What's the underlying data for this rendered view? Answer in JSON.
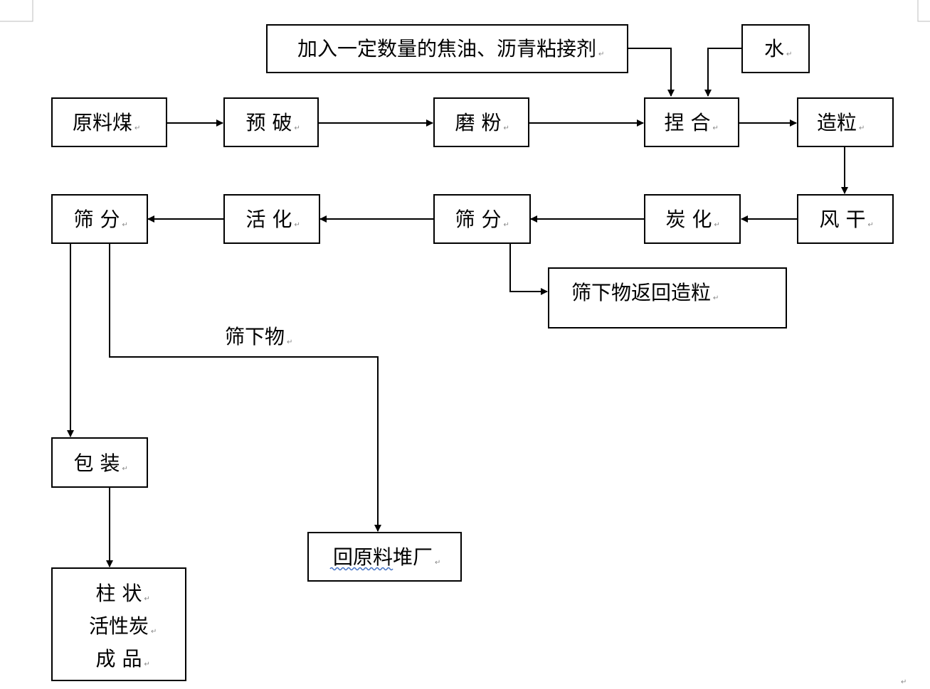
{
  "nodes": [
    {
      "id": "binder",
      "lines": [
        "加入一定数量的焦油、沥青粘接剂"
      ]
    },
    {
      "id": "water",
      "lines": [
        "水"
      ]
    },
    {
      "id": "raw-coal",
      "lines": [
        "原料煤"
      ]
    },
    {
      "id": "pre-crush",
      "lines": [
        "预 破"
      ]
    },
    {
      "id": "grind",
      "lines": [
        "磨 粉"
      ]
    },
    {
      "id": "knead",
      "lines": [
        "捏 合"
      ]
    },
    {
      "id": "granulate",
      "lines": [
        "造粒"
      ]
    },
    {
      "id": "air-dry",
      "lines": [
        "风 干"
      ]
    },
    {
      "id": "carbonize",
      "lines": [
        "炭 化"
      ]
    },
    {
      "id": "sieve-1",
      "lines": [
        "筛 分"
      ]
    },
    {
      "id": "activate",
      "lines": [
        "活 化"
      ]
    },
    {
      "id": "sieve-2",
      "lines": [
        "筛 分"
      ]
    },
    {
      "id": "return-granulate",
      "lines": [
        "筛下物返回造粒"
      ]
    },
    {
      "id": "package",
      "lines": [
        "包 装"
      ]
    },
    {
      "id": "return-yard",
      "lines": [
        "回原料堆厂"
      ]
    },
    {
      "id": "product",
      "lines": [
        "柱 状",
        "活性炭",
        "成 品"
      ]
    }
  ],
  "labels": {
    "undersize": "筛下物"
  },
  "edges": [
    {
      "from": "raw-coal",
      "to": "pre-crush"
    },
    {
      "from": "pre-crush",
      "to": "grind"
    },
    {
      "from": "grind",
      "to": "knead"
    },
    {
      "from": "binder",
      "to": "knead"
    },
    {
      "from": "water",
      "to": "knead"
    },
    {
      "from": "knead",
      "to": "granulate"
    },
    {
      "from": "granulate",
      "to": "air-dry"
    },
    {
      "from": "air-dry",
      "to": "carbonize"
    },
    {
      "from": "carbonize",
      "to": "sieve-1"
    },
    {
      "from": "sieve-1",
      "to": "activate"
    },
    {
      "from": "sieve-1",
      "to": "return-granulate"
    },
    {
      "from": "activate",
      "to": "sieve-2"
    },
    {
      "from": "sieve-2",
      "to": "package"
    },
    {
      "from": "sieve-2",
      "to": "return-yard",
      "label": "筛下物"
    },
    {
      "from": "package",
      "to": "product"
    }
  ],
  "colors": {
    "line": "#000000",
    "background": "#ffffff",
    "spellcheck": "#4472c4"
  }
}
